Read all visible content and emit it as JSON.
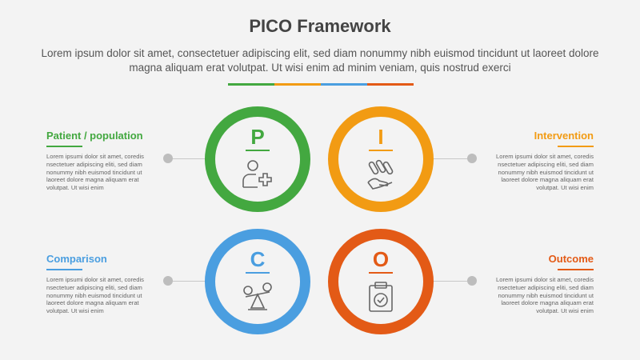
{
  "title": "PICO Framework",
  "subtitle": "Lorem ipsum dolor sit amet, consectetuer adipiscing elit, sed diam nonummy nibh euismod tincidunt ut laoreet dolore magna aliquam erat volutpat. Ut wisi enim ad minim veniam, quis nostrud exerci",
  "colors": {
    "green": "#43a840",
    "orange": "#f29b13",
    "blue": "#4a9ee0",
    "red": "#e35a16",
    "icon_gray": "#666666"
  },
  "items": [
    {
      "letter": "P",
      "heading": "Patient / population",
      "text": "Lorem ipsumi dolor sit amet, coredis nsectetuer adipiscing eliti, sed diam nonummy nibh euismod tincidunt ut laoreet dolore magna aliquam erat volutpat. Ut wisi enim",
      "icon": "user-plus-icon"
    },
    {
      "letter": "I",
      "heading": "Intervention",
      "text": "Lorem ipsumi dolor sit amet, coredis nsectetuer adipiscing eliti, sed diam nonummy nibh euismod tincidunt ut laoreet dolore magna aliquam erat volutpat. Ut wisi enim",
      "icon": "hand-pills-icon"
    },
    {
      "letter": "C",
      "heading": "Comparison",
      "text": "Lorem ipsumi dolor sit amet, coredis nsectetuer adipiscing eliti, sed diam nonummy nibh euismod tincidunt ut laoreet dolore magna aliquam erat volutpat. Ut wisi enim",
      "icon": "balance-scale-icon"
    },
    {
      "letter": "O",
      "heading": "Outcome",
      "text": "Lorem ipsumi dolor sit amet, coredis nsectetuer adipiscing eliti, sed diam nonummy nibh euismod tincidunt ut laoreet dolore magna aliquam erat volutpat. Ut wisi enim",
      "icon": "clipboard-check-icon"
    }
  ]
}
